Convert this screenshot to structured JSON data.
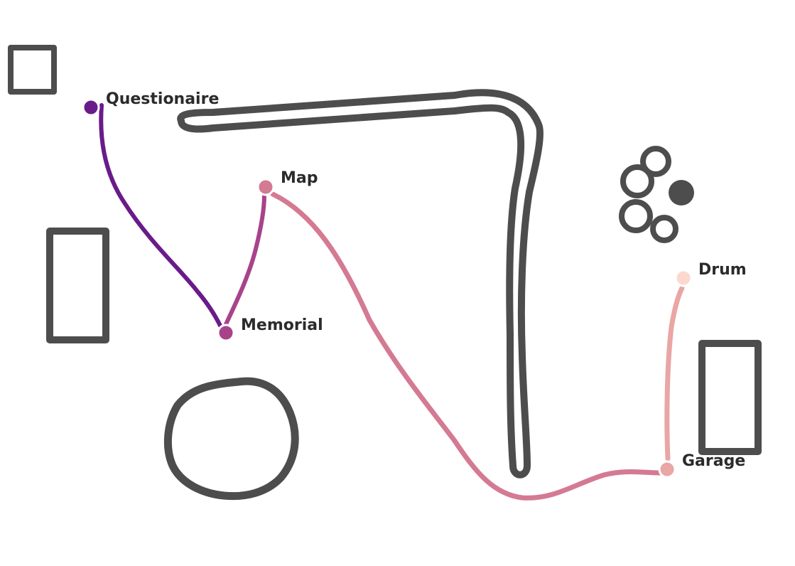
{
  "map": {
    "obstacle_color": "#4d4d4d",
    "stops": [
      {
        "id": "questionaire",
        "label": "Questionaire",
        "color": "#6a1b8a"
      },
      {
        "id": "map",
        "label": "Map",
        "color": "#d47a92"
      },
      {
        "id": "memorial",
        "label": "Memorial",
        "color": "#a8438a"
      },
      {
        "id": "drum",
        "label": "Drum",
        "color": "#fbd9cf"
      },
      {
        "id": "garage",
        "label": "Garage",
        "color": "#eaa5a5"
      }
    ],
    "routes": [
      {
        "from": "questionaire",
        "to": "memorial",
        "color": "#6a1b8a"
      },
      {
        "from": "memorial",
        "to": "map",
        "color": "#a8438a"
      },
      {
        "from": "map",
        "to": "garage",
        "color": "#d47a92"
      },
      {
        "from": "garage",
        "to": "drum",
        "color": "#eaa5a5"
      }
    ]
  }
}
